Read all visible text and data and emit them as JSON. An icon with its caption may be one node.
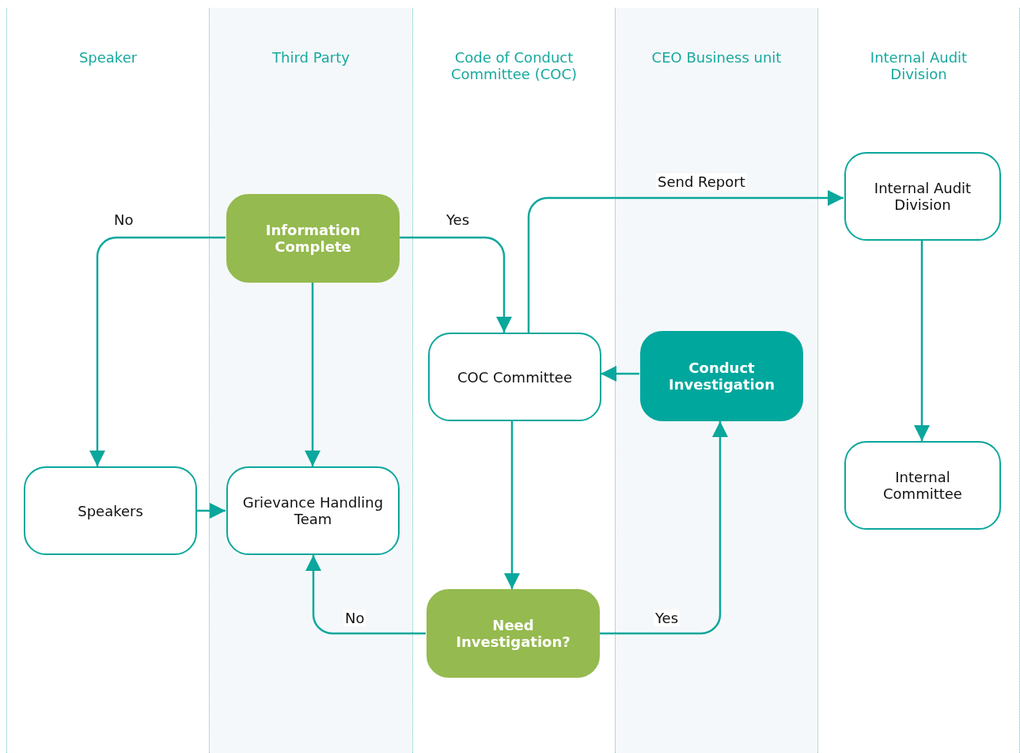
{
  "diagram": {
    "nodes": [
      {
        "text": [
          "Speaker"
        ]
      },
      {
        "text": [
          "Speakers"
        ],
        "in": 0
      },
      {
        "text": [
          "Third Party"
        ]
      },
      {
        "text": [
          "Information Complete"
        ],
        "in": 2
      },
      {
        "text": [
          "Grievance Handling Team"
        ],
        "in": 2
      },
      {
        "text": [
          "Code of Conduct Committee (COC)"
        ]
      },
      {
        "text": [
          "COC Committee"
        ],
        "in": 5
      },
      {
        "text": [
          "Need Investigation?"
        ],
        "in": 5
      },
      {
        "text": [
          "CEO Business unit"
        ]
      },
      {
        "text": [
          "Conduct Investigation"
        ],
        "in": 8
      },
      {
        "text": [
          "Internal Audit Division"
        ]
      },
      {
        "text": [
          "Internal Audit Division"
        ],
        "in": 10
      },
      {
        "text": [
          "Internal Committee"
        ],
        "in": 10
      }
    ],
    "edges": [
      {
        "from": 3,
        "to": 1,
        "arrow": "to",
        "label": "No"
      },
      {
        "from": 3,
        "to": 4,
        "arrow": "to"
      },
      {
        "from": 3,
        "to": 6,
        "arrow": "to",
        "label": "Yes"
      },
      {
        "from": 1,
        "to": 4,
        "arrow": "to"
      },
      {
        "from": 6,
        "to": 11,
        "arrow": "to",
        "label": "Send Report"
      },
      {
        "from": 9,
        "to": 6,
        "arrow": "to"
      },
      {
        "from": 6,
        "to": 7,
        "arrow": "to"
      },
      {
        "from": 7,
        "to": 4,
        "arrow": "to",
        "label": "No"
      },
      {
        "from": 7,
        "to": 9,
        "arrow": "to",
        "label": "Yes"
      },
      {
        "from": 11,
        "to": 12,
        "arrow": "to"
      }
    ]
  }
}
